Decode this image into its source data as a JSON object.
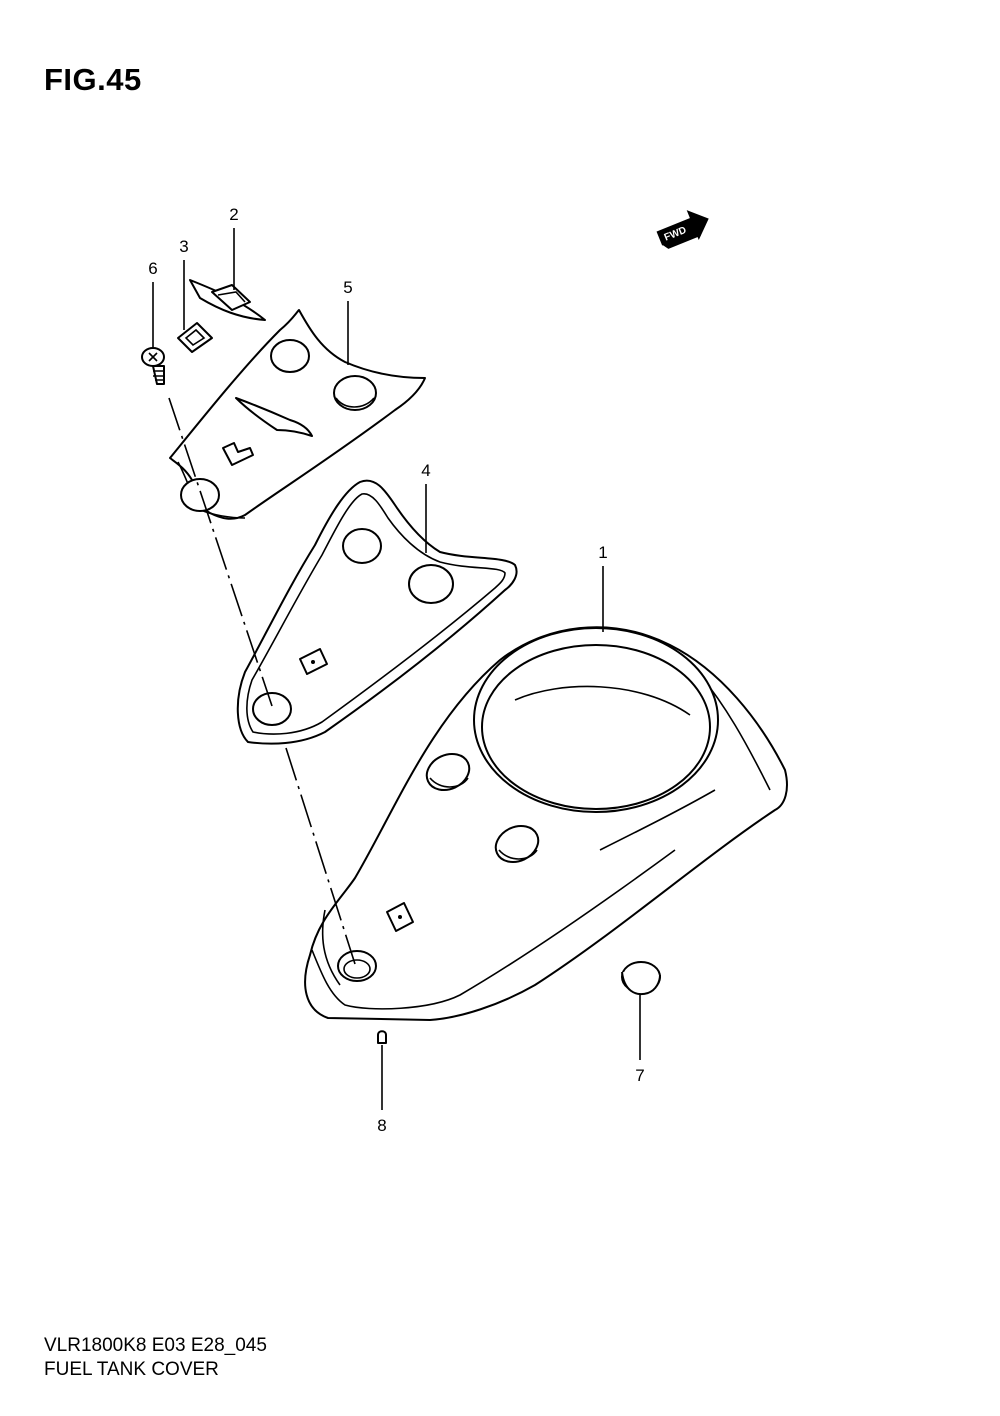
{
  "figure": {
    "title": "FIG.45",
    "model_code": "VLR1800K8 E03 E28_045",
    "caption": "FUEL TANK COVER"
  },
  "fwd_marker": {
    "label": "FWD"
  },
  "callouts": [
    "1",
    "2",
    "3",
    "4",
    "5",
    "6",
    "7",
    "8"
  ]
}
